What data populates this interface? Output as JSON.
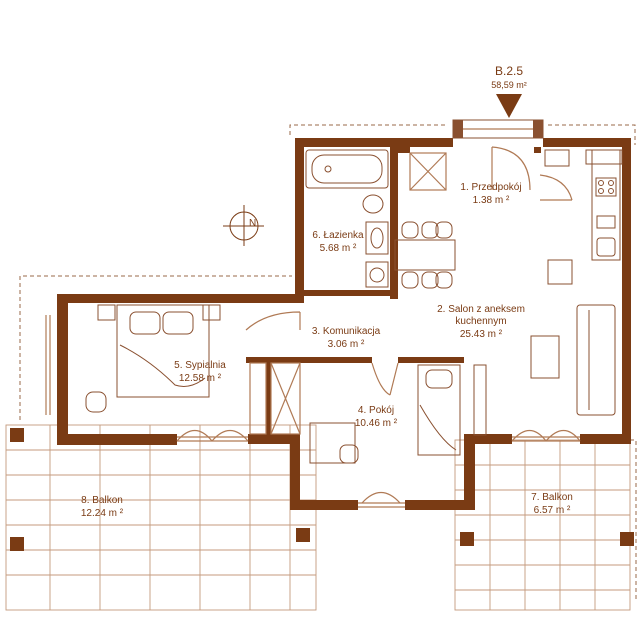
{
  "unit": {
    "code": "B.2.5",
    "area": "58,59 m²"
  },
  "north_label": "N",
  "rooms": [
    {
      "name": "1. Przedpokój",
      "area": "1.38 m ²"
    },
    {
      "name": "2. Salon z aneksem",
      "name2": "kuchennym",
      "area": "25.43 m ²"
    },
    {
      "name": "3. Komunikacja",
      "area": "3.06 m ²"
    },
    {
      "name": "4. Pokój",
      "area": "10.46 m ²"
    },
    {
      "name": "5. Sypialnia",
      "area": "12.58 m ²"
    },
    {
      "name": "6. Łazienka",
      "area": "5.68 m ²"
    },
    {
      "name": "7. Balkon",
      "area": "6.57 m ²"
    },
    {
      "name": "8. Balkon",
      "area": "12.24 m ²"
    }
  ]
}
